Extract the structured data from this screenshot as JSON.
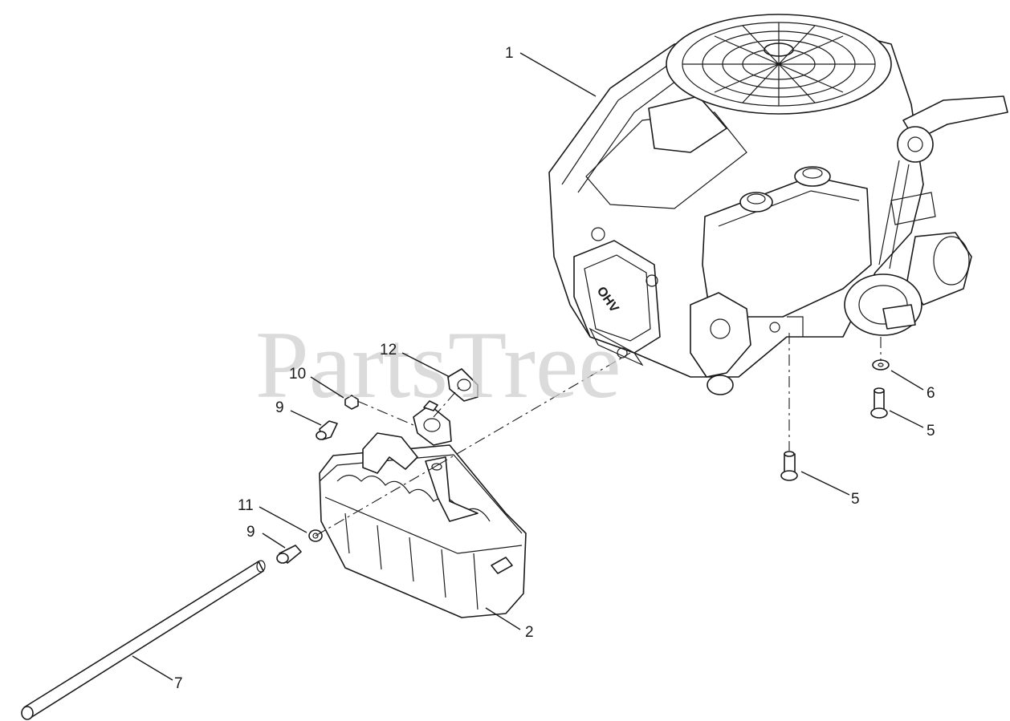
{
  "watermark": "PartsTree",
  "callouts": [
    {
      "id": "c1",
      "label": "1"
    },
    {
      "id": "c2",
      "label": "2"
    },
    {
      "id": "c5a",
      "label": "5"
    },
    {
      "id": "c5b",
      "label": "5"
    },
    {
      "id": "c6",
      "label": "6"
    },
    {
      "id": "c7",
      "label": "7"
    },
    {
      "id": "c9a",
      "label": "9"
    },
    {
      "id": "c9b",
      "label": "9"
    },
    {
      "id": "c10",
      "label": "10"
    },
    {
      "id": "c11",
      "label": "11"
    },
    {
      "id": "c12",
      "label": "12"
    }
  ],
  "engine_badge": "OHV"
}
